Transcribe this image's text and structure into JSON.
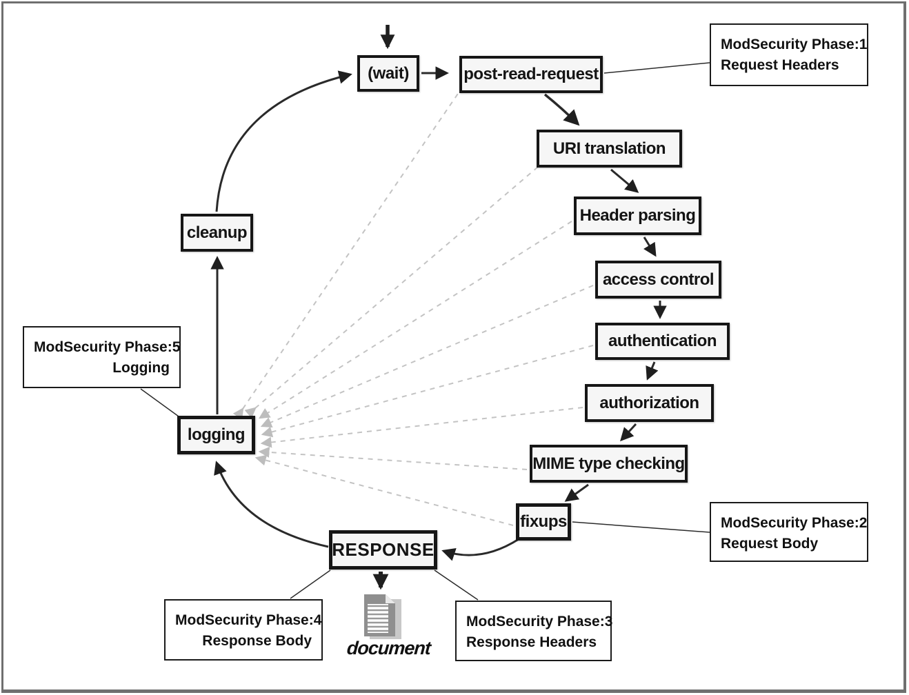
{
  "nodes": {
    "wait": "(wait)",
    "post_read_request": "post-read-request",
    "uri_translation": "URI translation",
    "header_parsing": "Header parsing",
    "access_control": "access control",
    "authentication": "authentication",
    "authorization": "authorization",
    "mime_type_checking": "MIME type checking",
    "fixups": "fixups",
    "response": "RESPONSE",
    "logging": "logging",
    "cleanup": "cleanup"
  },
  "annotations": {
    "phase1": {
      "line1": "ModSecurity Phase:1",
      "line2": "Request Headers"
    },
    "phase2": {
      "line1": "ModSecurity Phase:2",
      "line2": "Request Body"
    },
    "phase3": {
      "line1": "ModSecurity Phase:3",
      "line2": "Response Headers"
    },
    "phase4": {
      "line1": "ModSecurity Phase:4",
      "line2": "Response Body"
    },
    "phase5": {
      "line1": "ModSecurity Phase:5",
      "line2": "Logging"
    }
  },
  "document_label": "document",
  "colors": {
    "node_border": "#161616",
    "node_fill": "#f6f6f6",
    "solid_arrow": "#222222",
    "dashed_arrow": "#c3c3c3",
    "frame": "#6f6f6f",
    "doc_page": "#8f8f8f",
    "doc_shadow": "#c8c8c8"
  }
}
